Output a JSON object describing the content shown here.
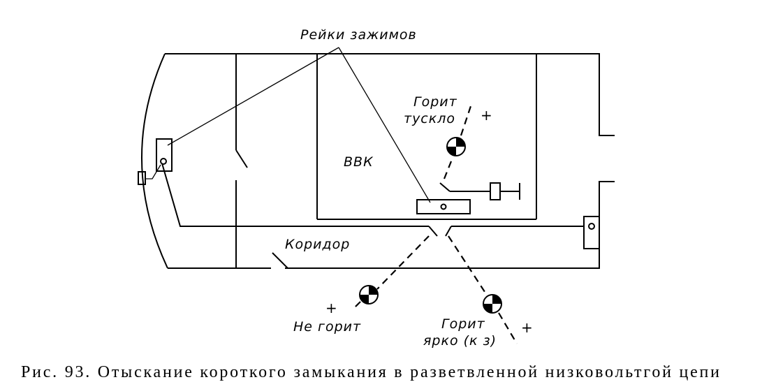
{
  "labels": {
    "terminal_strips": "Рейки зажимов",
    "dim_line1": "Горит",
    "dim_line2": "тускло",
    "vvk": "ВВК",
    "corridor": "Коридор",
    "not_lit": "Не горит",
    "bright_line1": "Горит",
    "bright_line2": "ярко (к з)"
  },
  "signs": {
    "plus": "+"
  },
  "caption": "Рис. 93. Отыскание короткого замыкания в разветвленной низковольтгой цепи"
}
